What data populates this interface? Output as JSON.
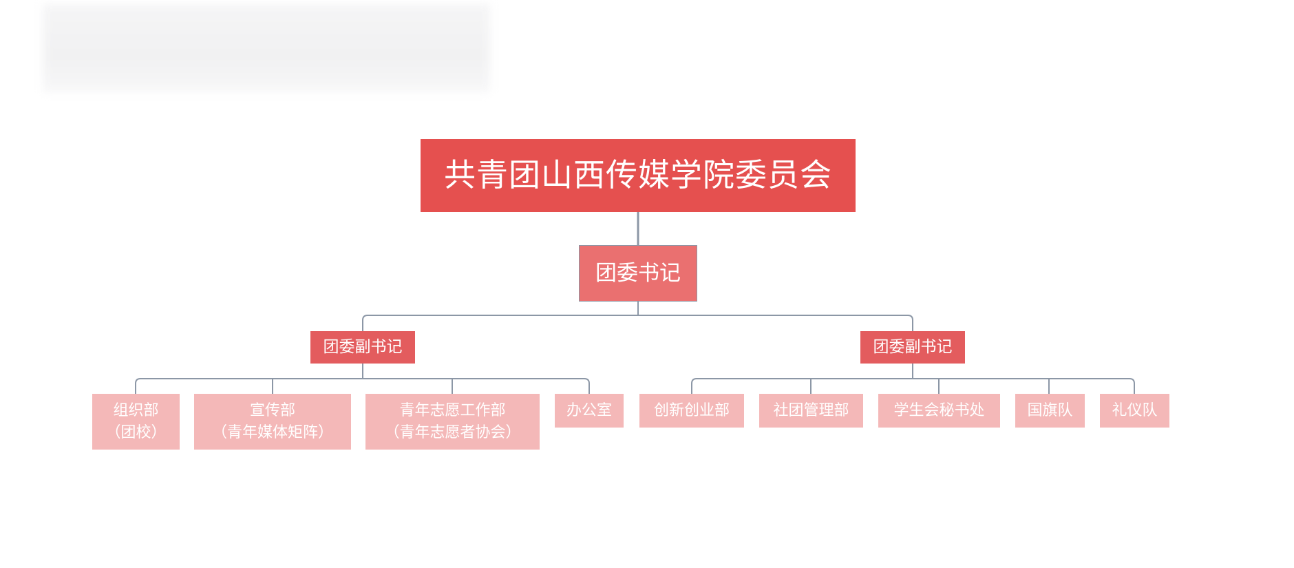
{
  "org_chart": {
    "root": "共青团山西传媒学院委员会",
    "secretary": "团委书记",
    "deputies": [
      {
        "label": "团委副书记",
        "departments": [
          "组织部\n（团校）",
          "宣传部\n（青年媒体矩阵）",
          "青年志愿工作部\n（青年志愿者协会）",
          "办公室"
        ]
      },
      {
        "label": "团委副书记",
        "departments": [
          "创新创业部",
          "社团管理部",
          "学生会秘书处",
          "国旗队",
          "礼仪队"
        ]
      }
    ]
  },
  "colors": {
    "root": "#e5504f",
    "secretary": "#ea7070",
    "deputy": "#e35c5e",
    "department": "#f4b8b8",
    "connector": "#8c97a6"
  }
}
